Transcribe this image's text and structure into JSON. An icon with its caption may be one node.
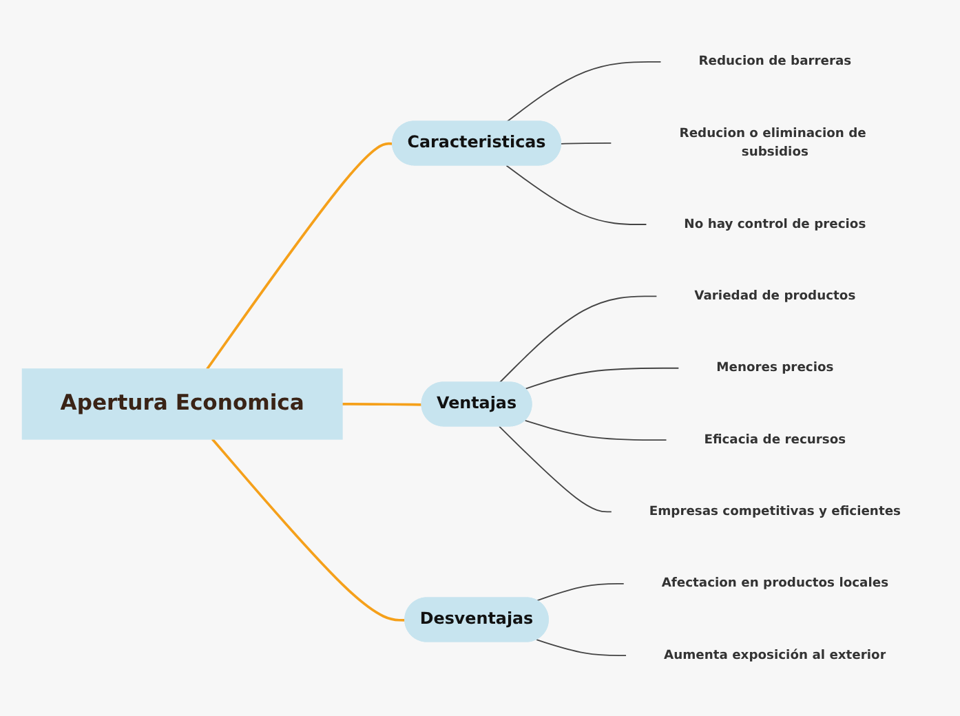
{
  "diagram": {
    "nodes": [
      {
        "text": [
          "Apertura Economica"
        ]
      },
      {
        "text": [
          "Caracteristicas"
        ]
      },
      {
        "text": [
          "Reducion de barreras"
        ]
      },
      {
        "text": [
          "Reducion o eliminacion de subsidios"
        ]
      },
      {
        "text": [
          "No hay control de precios"
        ]
      },
      {
        "text": [
          "Ventajas"
        ]
      },
      {
        "text": [
          "Variedad de productos"
        ]
      },
      {
        "text": [
          "Menores precios"
        ]
      },
      {
        "text": [
          "Eficacia de recursos"
        ]
      },
      {
        "text": [
          "Empresas competitivas y eficientes"
        ]
      },
      {
        "text": [
          "Desventajas"
        ]
      },
      {
        "text": [
          "Afectacion en productos locales"
        ]
      },
      {
        "text": [
          "Aumenta exposición  al exterior"
        ]
      }
    ],
    "edges": [
      {
        "from": 0,
        "to": 1,
        "arrow": "none",
        "color": "#f5a01a"
      },
      {
        "from": 1,
        "to": 2,
        "arrow": "none"
      },
      {
        "from": 1,
        "to": 3,
        "arrow": "none"
      },
      {
        "from": 1,
        "to": 4,
        "arrow": "none"
      },
      {
        "from": 0,
        "to": 5,
        "arrow": "none",
        "color": "#f5a01a"
      },
      {
        "from": 5,
        "to": 6,
        "arrow": "none"
      },
      {
        "from": 5,
        "to": 7,
        "arrow": "none"
      },
      {
        "from": 5,
        "to": 8,
        "arrow": "none"
      },
      {
        "from": 5,
        "to": 9,
        "arrow": "none"
      },
      {
        "from": 0,
        "to": 10,
        "arrow": "none",
        "color": "#f5a01a"
      },
      {
        "from": 10,
        "to": 11,
        "arrow": "none"
      },
      {
        "from": 10,
        "to": 12,
        "arrow": "none"
      }
    ]
  }
}
